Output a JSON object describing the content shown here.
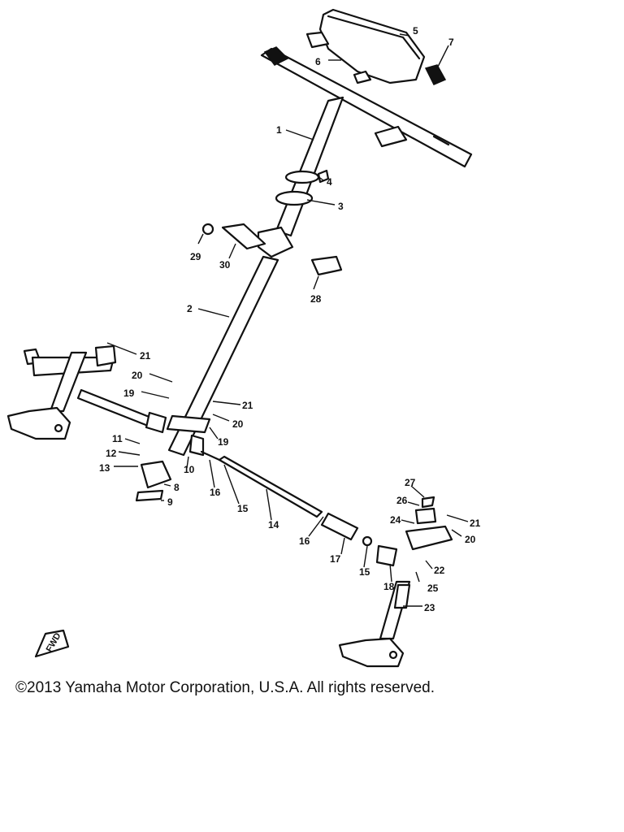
{
  "copyright": "©2013 Yamaha Motor Corporation, U.S.A. All rights reserved.",
  "fwd_label": "FWD",
  "callouts": [
    {
      "id": "1",
      "label": "1"
    },
    {
      "id": "2",
      "label": "2"
    },
    {
      "id": "3",
      "label": "3"
    },
    {
      "id": "4",
      "label": "4"
    },
    {
      "id": "5",
      "label": "5"
    },
    {
      "id": "6",
      "label": "6"
    },
    {
      "id": "7",
      "label": "7"
    },
    {
      "id": "8",
      "label": "8"
    },
    {
      "id": "9",
      "label": "9"
    },
    {
      "id": "10",
      "label": "10"
    },
    {
      "id": "11",
      "label": "11"
    },
    {
      "id": "12",
      "label": "12"
    },
    {
      "id": "13",
      "label": "13"
    },
    {
      "id": "14",
      "label": "14"
    },
    {
      "id": "15a",
      "label": "15"
    },
    {
      "id": "15b",
      "label": "15"
    },
    {
      "id": "16a",
      "label": "16"
    },
    {
      "id": "16b",
      "label": "16"
    },
    {
      "id": "17",
      "label": "17"
    },
    {
      "id": "18",
      "label": "18"
    },
    {
      "id": "19a",
      "label": "19"
    },
    {
      "id": "19b",
      "label": "19"
    },
    {
      "id": "20a",
      "label": "20"
    },
    {
      "id": "20b",
      "label": "20"
    },
    {
      "id": "20c",
      "label": "20"
    },
    {
      "id": "21a",
      "label": "21"
    },
    {
      "id": "21b",
      "label": "21"
    },
    {
      "id": "21c",
      "label": "21"
    },
    {
      "id": "22",
      "label": "22"
    },
    {
      "id": "23",
      "label": "23"
    },
    {
      "id": "24",
      "label": "24"
    },
    {
      "id": "25",
      "label": "25"
    },
    {
      "id": "26",
      "label": "26"
    },
    {
      "id": "27",
      "label": "27"
    },
    {
      "id": "28",
      "label": "28"
    },
    {
      "id": "29",
      "label": "29"
    },
    {
      "id": "30",
      "label": "30"
    }
  ]
}
